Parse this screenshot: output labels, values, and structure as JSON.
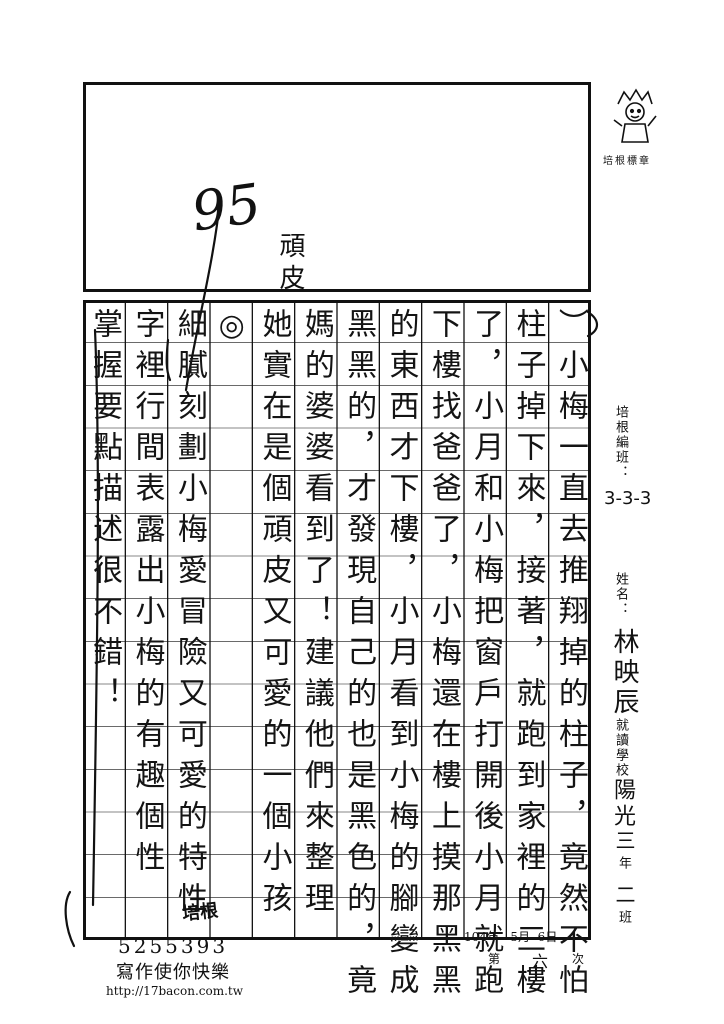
{
  "score": "95",
  "grader_comment_chars": "頑皮",
  "stamp": {
    "label": "培根標章"
  },
  "sidebar": {
    "class_label": "培根編班：",
    "class_value": "3-3-3",
    "name_label": "姓名：",
    "name_value": "林映辰",
    "school_label": "就讀學校",
    "school_value": "陽光",
    "grade_value": "三",
    "grade_label": "年",
    "class_num_value": "二",
    "class_num_label": "班"
  },
  "essay_columns": [
    "）小梅一直去推翔掉的柱子，竟然不怕",
    "柱子掉下來，接著，就跑到家裡的三樓",
    "了，小月和小梅把窗戶打開後小月就跑",
    "下樓找爸爸了，小梅還在樓上摸那黑黑",
    "的東西才下樓，小月看到小梅的腳變成",
    "黑黑的，才發現自己的也是黑色的，竟",
    "媽的婆婆看到了！建議他們來整理",
    "她實在是個頑皮又可愛的一個小孩",
    "◎",
    "細膩刻劃小梅愛冒險又可愛的特性",
    "字裡行間表露出小梅的有趣個性",
    "掌握要點描述很不錯！"
  ],
  "teacher_signature": "培根",
  "date": {
    "year": "104",
    "year_unit": "年",
    "month": "5",
    "month_unit": "月",
    "day": "6",
    "day_unit": "日"
  },
  "issue": {
    "prefix": "第",
    "number": "六",
    "suffix": "次"
  },
  "footer": {
    "phone": "5255393",
    "slogan": "寫作使你快樂",
    "url": "http://17bacon.com.tw"
  }
}
